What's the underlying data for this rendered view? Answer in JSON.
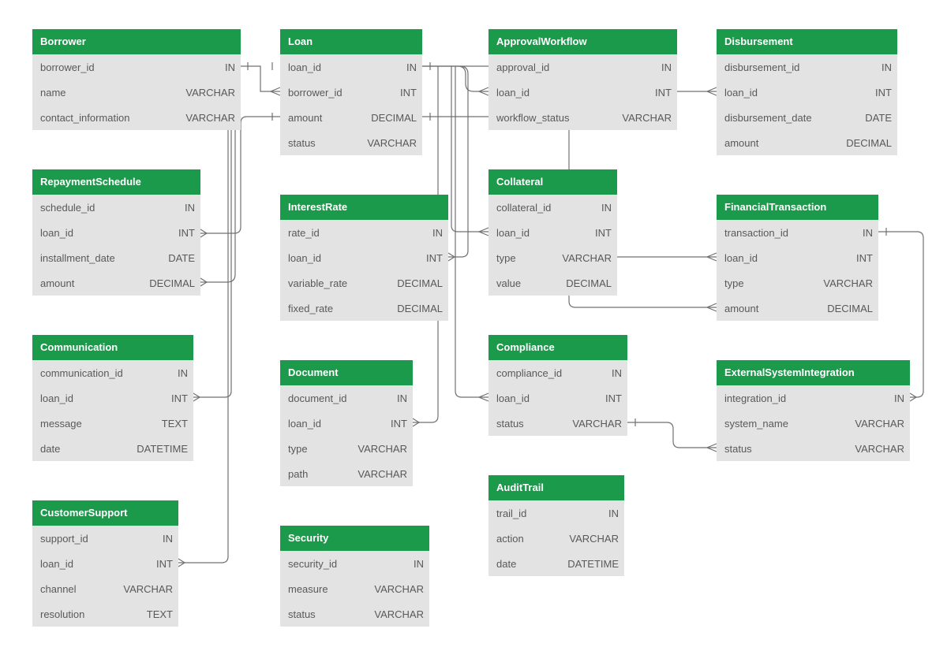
{
  "colors": {
    "header": "#1b9a4b",
    "body": "#e3e3e3",
    "line": "#707070",
    "text": "#595959"
  },
  "entities": {
    "borrower": {
      "title": "Borrower",
      "fields": [
        {
          "name": "borrower_id",
          "type": "IN"
        },
        {
          "name": "name",
          "type": "VARCHAR"
        },
        {
          "name": "contact_information",
          "type": "VARCHAR"
        }
      ]
    },
    "loan": {
      "title": "Loan",
      "fields": [
        {
          "name": "loan_id",
          "type": "IN"
        },
        {
          "name": "borrower_id",
          "type": "INT"
        },
        {
          "name": "amount",
          "type": "DECIMAL"
        },
        {
          "name": "status",
          "type": "VARCHAR"
        }
      ]
    },
    "approval": {
      "title": "ApprovalWorkflow",
      "fields": [
        {
          "name": "approval_id",
          "type": "IN"
        },
        {
          "name": "loan_id",
          "type": "INT"
        },
        {
          "name": "workflow_status",
          "type": "VARCHAR"
        }
      ]
    },
    "disbursement": {
      "title": "Disbursement",
      "fields": [
        {
          "name": "disbursement_id",
          "type": "IN"
        },
        {
          "name": "loan_id",
          "type": "INT"
        },
        {
          "name": "disbursement_date",
          "type": "DATE"
        },
        {
          "name": "amount",
          "type": "DECIMAL"
        }
      ]
    },
    "repayment": {
      "title": "RepaymentSchedule",
      "fields": [
        {
          "name": "schedule_id",
          "type": "IN"
        },
        {
          "name": "loan_id",
          "type": "INT"
        },
        {
          "name": "installment_date",
          "type": "DATE"
        },
        {
          "name": "amount",
          "type": "DECIMAL"
        }
      ]
    },
    "interest": {
      "title": "InterestRate",
      "fields": [
        {
          "name": "rate_id",
          "type": "IN"
        },
        {
          "name": "loan_id",
          "type": "INT"
        },
        {
          "name": "variable_rate",
          "type": "DECIMAL"
        },
        {
          "name": "fixed_rate",
          "type": "DECIMAL"
        }
      ]
    },
    "collateral": {
      "title": "Collateral",
      "fields": [
        {
          "name": "collateral_id",
          "type": "IN"
        },
        {
          "name": "loan_id",
          "type": "INT"
        },
        {
          "name": "type",
          "type": "VARCHAR"
        },
        {
          "name": "value",
          "type": "DECIMAL"
        }
      ]
    },
    "financial": {
      "title": "FinancialTransaction",
      "fields": [
        {
          "name": "transaction_id",
          "type": "IN"
        },
        {
          "name": "loan_id",
          "type": "INT"
        },
        {
          "name": "type",
          "type": "VARCHAR"
        },
        {
          "name": "amount",
          "type": "DECIMAL"
        }
      ]
    },
    "communication": {
      "title": "Communication",
      "fields": [
        {
          "name": "communication_id",
          "type": "IN"
        },
        {
          "name": "loan_id",
          "type": "INT"
        },
        {
          "name": "message",
          "type": "TEXT"
        },
        {
          "name": "date",
          "type": "DATETIME"
        }
      ]
    },
    "document": {
      "title": "Document",
      "fields": [
        {
          "name": "document_id",
          "type": "IN"
        },
        {
          "name": "loan_id",
          "type": "INT"
        },
        {
          "name": "type",
          "type": "VARCHAR"
        },
        {
          "name": "path",
          "type": "VARCHAR"
        }
      ]
    },
    "compliance": {
      "title": "Compliance",
      "fields": [
        {
          "name": "compliance_id",
          "type": "IN"
        },
        {
          "name": "loan_id",
          "type": "INT"
        },
        {
          "name": "status",
          "type": "VARCHAR"
        }
      ]
    },
    "external": {
      "title": "ExternalSystemIntegration",
      "fields": [
        {
          "name": "integration_id",
          "type": "IN"
        },
        {
          "name": "system_name",
          "type": "VARCHAR"
        },
        {
          "name": "status",
          "type": "VARCHAR"
        }
      ]
    },
    "audit": {
      "title": "AuditTrail",
      "fields": [
        {
          "name": "trail_id",
          "type": "IN"
        },
        {
          "name": "action",
          "type": "VARCHAR"
        },
        {
          "name": "date",
          "type": "DATETIME"
        }
      ]
    },
    "customer": {
      "title": "CustomerSupport",
      "fields": [
        {
          "name": "support_id",
          "type": "IN"
        },
        {
          "name": "loan_id",
          "type": "INT"
        },
        {
          "name": "channel",
          "type": "VARCHAR"
        },
        {
          "name": "resolution",
          "type": "TEXT"
        }
      ]
    },
    "security": {
      "title": "Security",
      "fields": [
        {
          "name": "security_id",
          "type": "IN"
        },
        {
          "name": "measure",
          "type": "VARCHAR"
        },
        {
          "name": "status",
          "type": "VARCHAR"
        }
      ]
    }
  }
}
